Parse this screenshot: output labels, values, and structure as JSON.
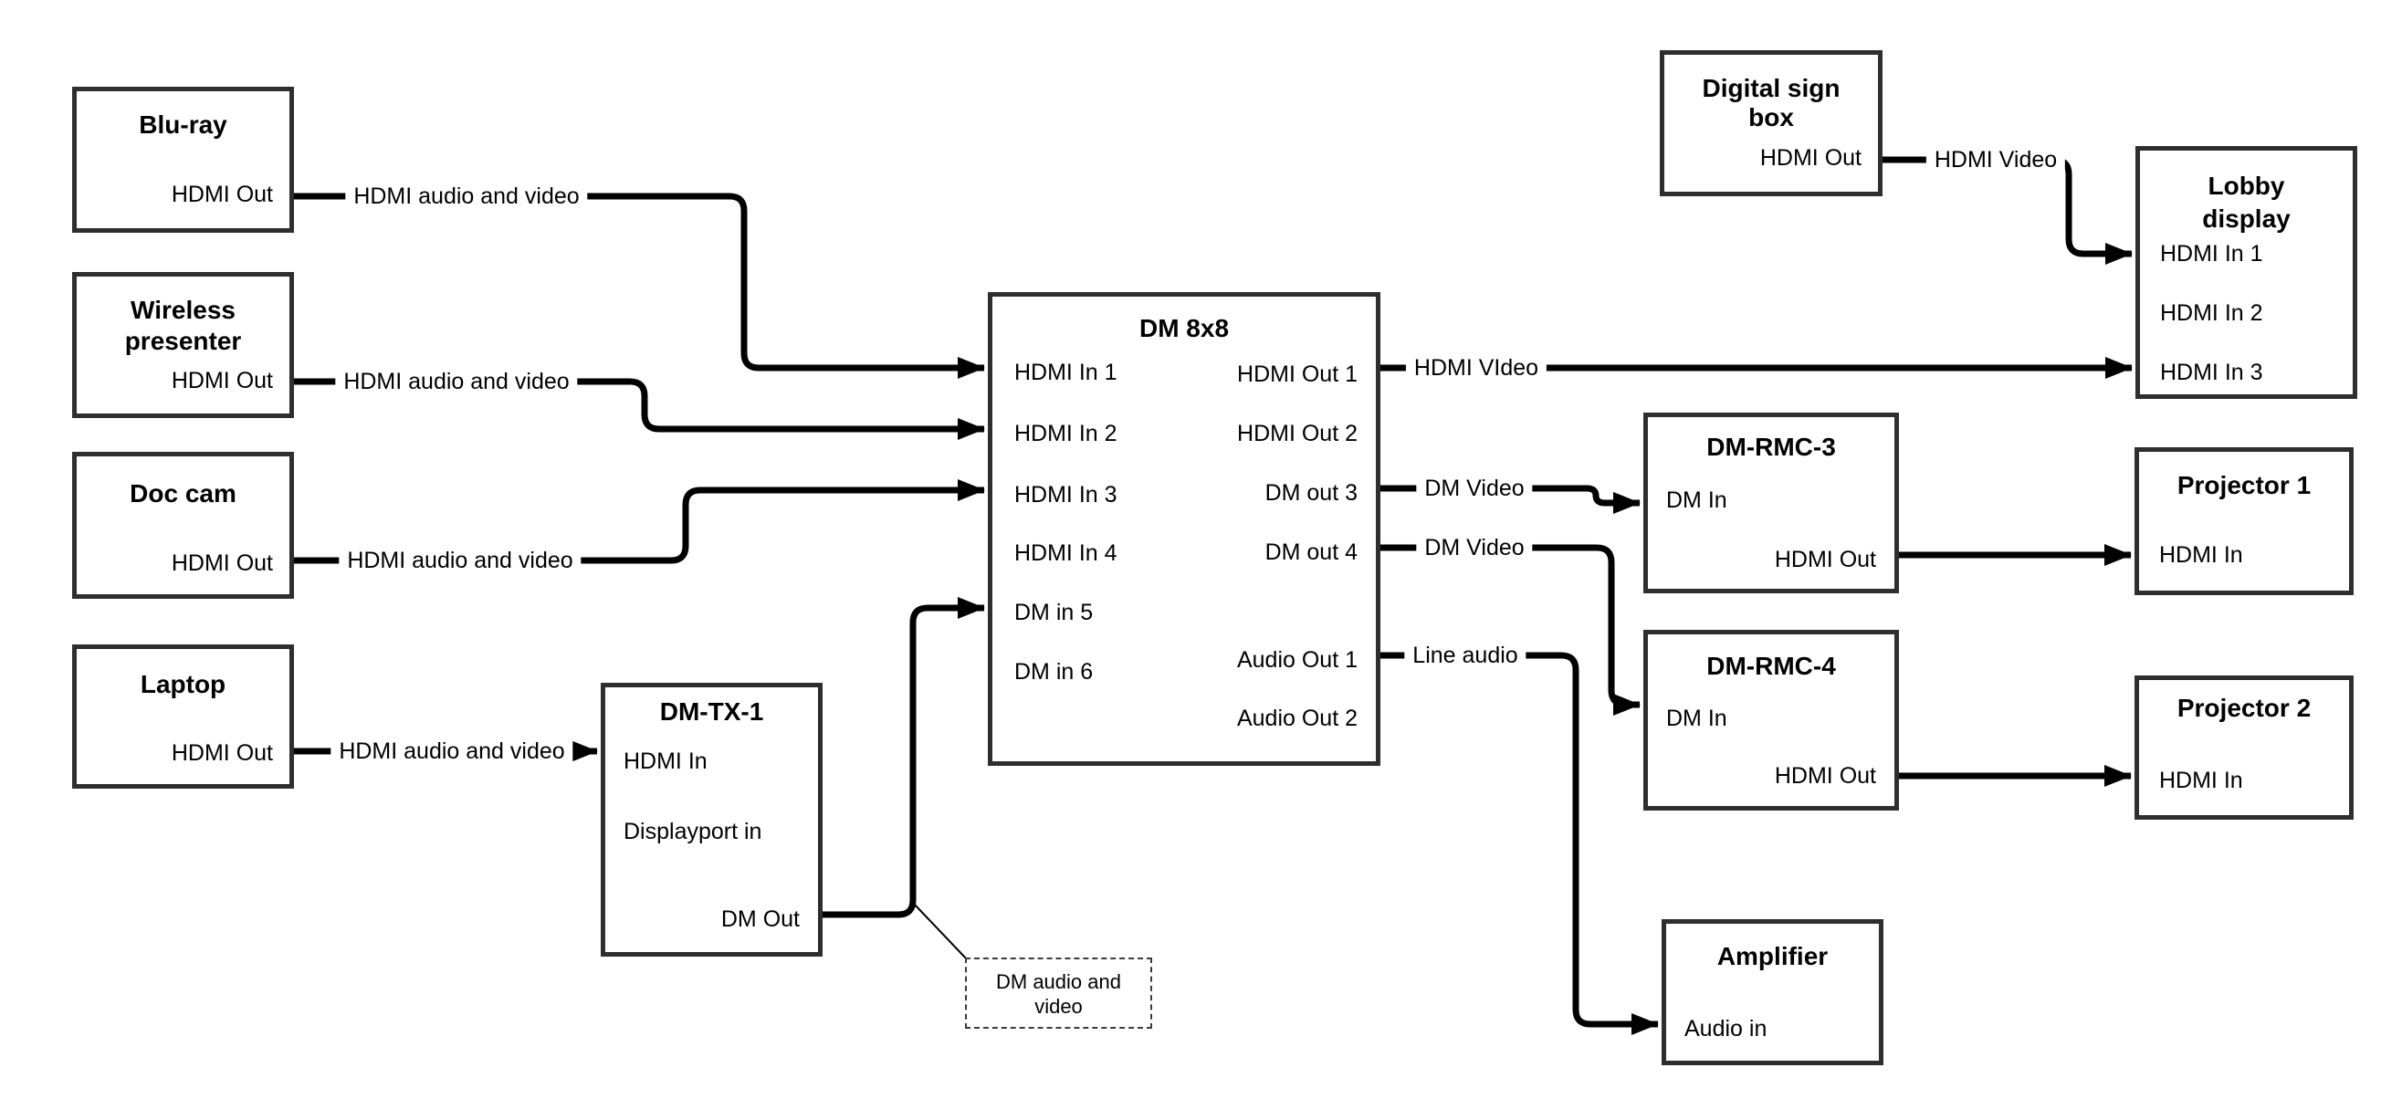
{
  "nodes": {
    "bluray": {
      "title": "Blu-ray",
      "ports": {
        "out": "HDMI Out"
      }
    },
    "wireless": {
      "title": "Wireless presenter",
      "ports": {
        "out": "HDMI Out"
      }
    },
    "doccam": {
      "title": "Doc cam",
      "ports": {
        "out": "HDMI Out"
      }
    },
    "laptop": {
      "title": "Laptop",
      "ports": {
        "out": "HDMI Out"
      }
    },
    "dmtx1": {
      "title": "DM-TX-1",
      "ports": {
        "hdmi_in": "HDMI In",
        "dp_in": "Displayport in",
        "dm_out": "DM Out"
      }
    },
    "dm8x8": {
      "title": "DM 8x8",
      "ports": {
        "in1": "HDMI In 1",
        "in2": "HDMI In 2",
        "in3": "HDMI In 3",
        "in4": "HDMI In 4",
        "in5": "DM in 5",
        "in6": "DM in 6",
        "out1": "HDMI Out 1",
        "out2": "HDMI Out 2",
        "out3": "DM out 3",
        "out4": "DM out 4",
        "aout1": "Audio Out 1",
        "aout2": "Audio Out 2"
      }
    },
    "digitalsign": {
      "title": "Digital sign box",
      "ports": {
        "out": "HDMI Out"
      }
    },
    "lobby": {
      "title": "Lobby display",
      "ports": {
        "in1": "HDMI In 1",
        "in2": "HDMI In 2",
        "in3": "HDMI In 3"
      }
    },
    "dmrmc3": {
      "title": "DM-RMC-3",
      "ports": {
        "dm_in": "DM In",
        "hdmi_out": "HDMI Out"
      }
    },
    "proj1": {
      "title": "Projector 1",
      "ports": {
        "in": "HDMI In"
      }
    },
    "dmrmc4": {
      "title": "DM-RMC-4",
      "ports": {
        "dm_in": "DM In",
        "hdmi_out": "HDMI Out"
      }
    },
    "proj2": {
      "title": "Projector 2",
      "ports": {
        "in": "HDMI In"
      }
    },
    "amplifier": {
      "title": "Amplifier",
      "ports": {
        "in": "Audio in"
      }
    }
  },
  "edges": [
    {
      "from": "Blu-ray HDMI Out",
      "to": "DM 8x8 HDMI In 1",
      "label": "HDMI audio and video"
    },
    {
      "from": "Wireless presenter HDMI Out",
      "to": "DM 8x8 HDMI In 2",
      "label": "HDMI audio and video"
    },
    {
      "from": "Doc cam HDMI Out",
      "to": "DM 8x8 HDMI In 3",
      "label": "HDMI audio and video"
    },
    {
      "from": "Laptop HDMI Out",
      "to": "DM-TX-1 HDMI In",
      "label": "HDMI audio and video"
    },
    {
      "from": "DM-TX-1 DM Out",
      "to": "DM 8x8 DM in 5",
      "label": "DM audio and video"
    },
    {
      "from": "DM 8x8 HDMI Out 1",
      "to": "Lobby display HDMI In 3",
      "label": "HDMI VIdeo"
    },
    {
      "from": "DM 8x8 DM out 3",
      "to": "DM-RMC-3 DM In",
      "label": "DM Video"
    },
    {
      "from": "DM 8x8 DM out 4",
      "to": "DM-RMC-4 DM In",
      "label": "DM Video"
    },
    {
      "from": "DM 8x8 Audio Out 1",
      "to": "Amplifier Audio in",
      "label": "Line audio"
    },
    {
      "from": "DM-RMC-3 HDMI Out",
      "to": "Projector 1 HDMI In",
      "label": ""
    },
    {
      "from": "DM-RMC-4 HDMI Out",
      "to": "Projector 2 HDMI In",
      "label": ""
    },
    {
      "from": "Digital sign box HDMI Out",
      "to": "Lobby display HDMI In 1",
      "label": "HDMI Video"
    }
  ],
  "colors": {
    "line": "#000000",
    "border": "#2e2e2e",
    "text": "#000000",
    "background": "#ffffff"
  }
}
